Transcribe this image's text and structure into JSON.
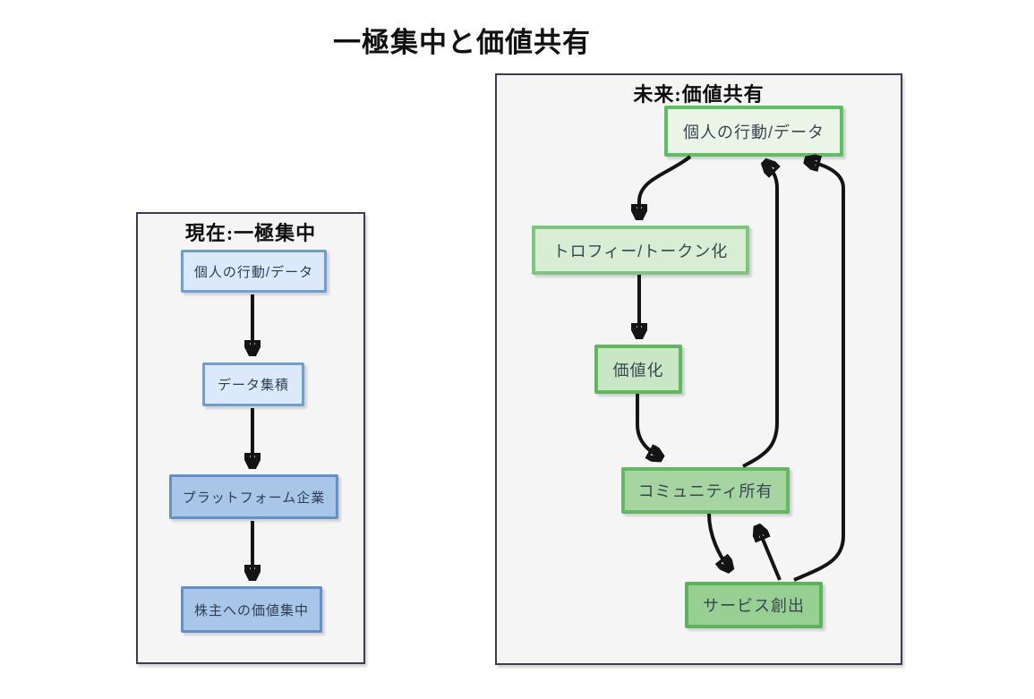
{
  "page": {
    "title": "一極集中と価値共有"
  },
  "panels": {
    "current": {
      "title": "現在:一極集中",
      "nodes": [
        {
          "id": "personal-data",
          "label": "個人の行動/データ",
          "fill": "#dbe9fb",
          "border": "#6d9ed7"
        },
        {
          "id": "data-accumulation",
          "label": "データ集積",
          "fill": "#dbe9fb",
          "border": "#6d9ed7"
        },
        {
          "id": "platform-company",
          "label": "プラットフォーム企業",
          "fill": "#a8c6e8",
          "border": "#6390cb"
        },
        {
          "id": "shareholder-value",
          "label": "株主への価値集中",
          "fill": "#a8c6e8",
          "border": "#6390cb"
        }
      ],
      "edges": [
        {
          "from": "個人の行動/データ",
          "to": "データ集積"
        },
        {
          "from": "データ集積",
          "to": "プラットフォーム企業"
        },
        {
          "from": "プラットフォーム企業",
          "to": "株主への価値集中"
        }
      ]
    },
    "future": {
      "title": "未来:価値共有",
      "nodes": [
        {
          "id": "personal-data",
          "label": "個人の行動/データ",
          "fill": "#eaf5e8",
          "border": "#5cbf62"
        },
        {
          "id": "trophy-tokenization",
          "label": "トロフィー/トークン化",
          "fill": "#d8edd3",
          "border": "#7cc67d"
        },
        {
          "id": "valorization",
          "label": "価値化",
          "fill": "#c9e7c4",
          "border": "#5eb85f"
        },
        {
          "id": "community-ownership",
          "label": "コミュニティ所有",
          "fill": "#a6d5a2",
          "border": "#64b764"
        },
        {
          "id": "service-creation",
          "label": "サービス創出",
          "fill": "#98d094",
          "border": "#5bb45b"
        }
      ],
      "edges": [
        {
          "from": "個人の行動/データ",
          "to": "トロフィー/トークン化"
        },
        {
          "from": "トロフィー/トークン化",
          "to": "価値化"
        },
        {
          "from": "価値化",
          "to": "コミュニティ所有"
        },
        {
          "from": "コミュニティ所有",
          "to": "サービス創出"
        },
        {
          "from": "サービス創出",
          "to": "コミュニティ所有"
        },
        {
          "from": "コミュニティ所有",
          "to": "個人の行動/データ"
        },
        {
          "from": "サービス創出",
          "to": "個人の行動/データ"
        }
      ]
    }
  },
  "colors": {
    "page_background": "#ffffff",
    "panel_background": "#f5f5f6",
    "panel_border": "#3b3b52",
    "arrow": "#141414",
    "current_text": "#2e3d54",
    "future_text": "#394652"
  }
}
